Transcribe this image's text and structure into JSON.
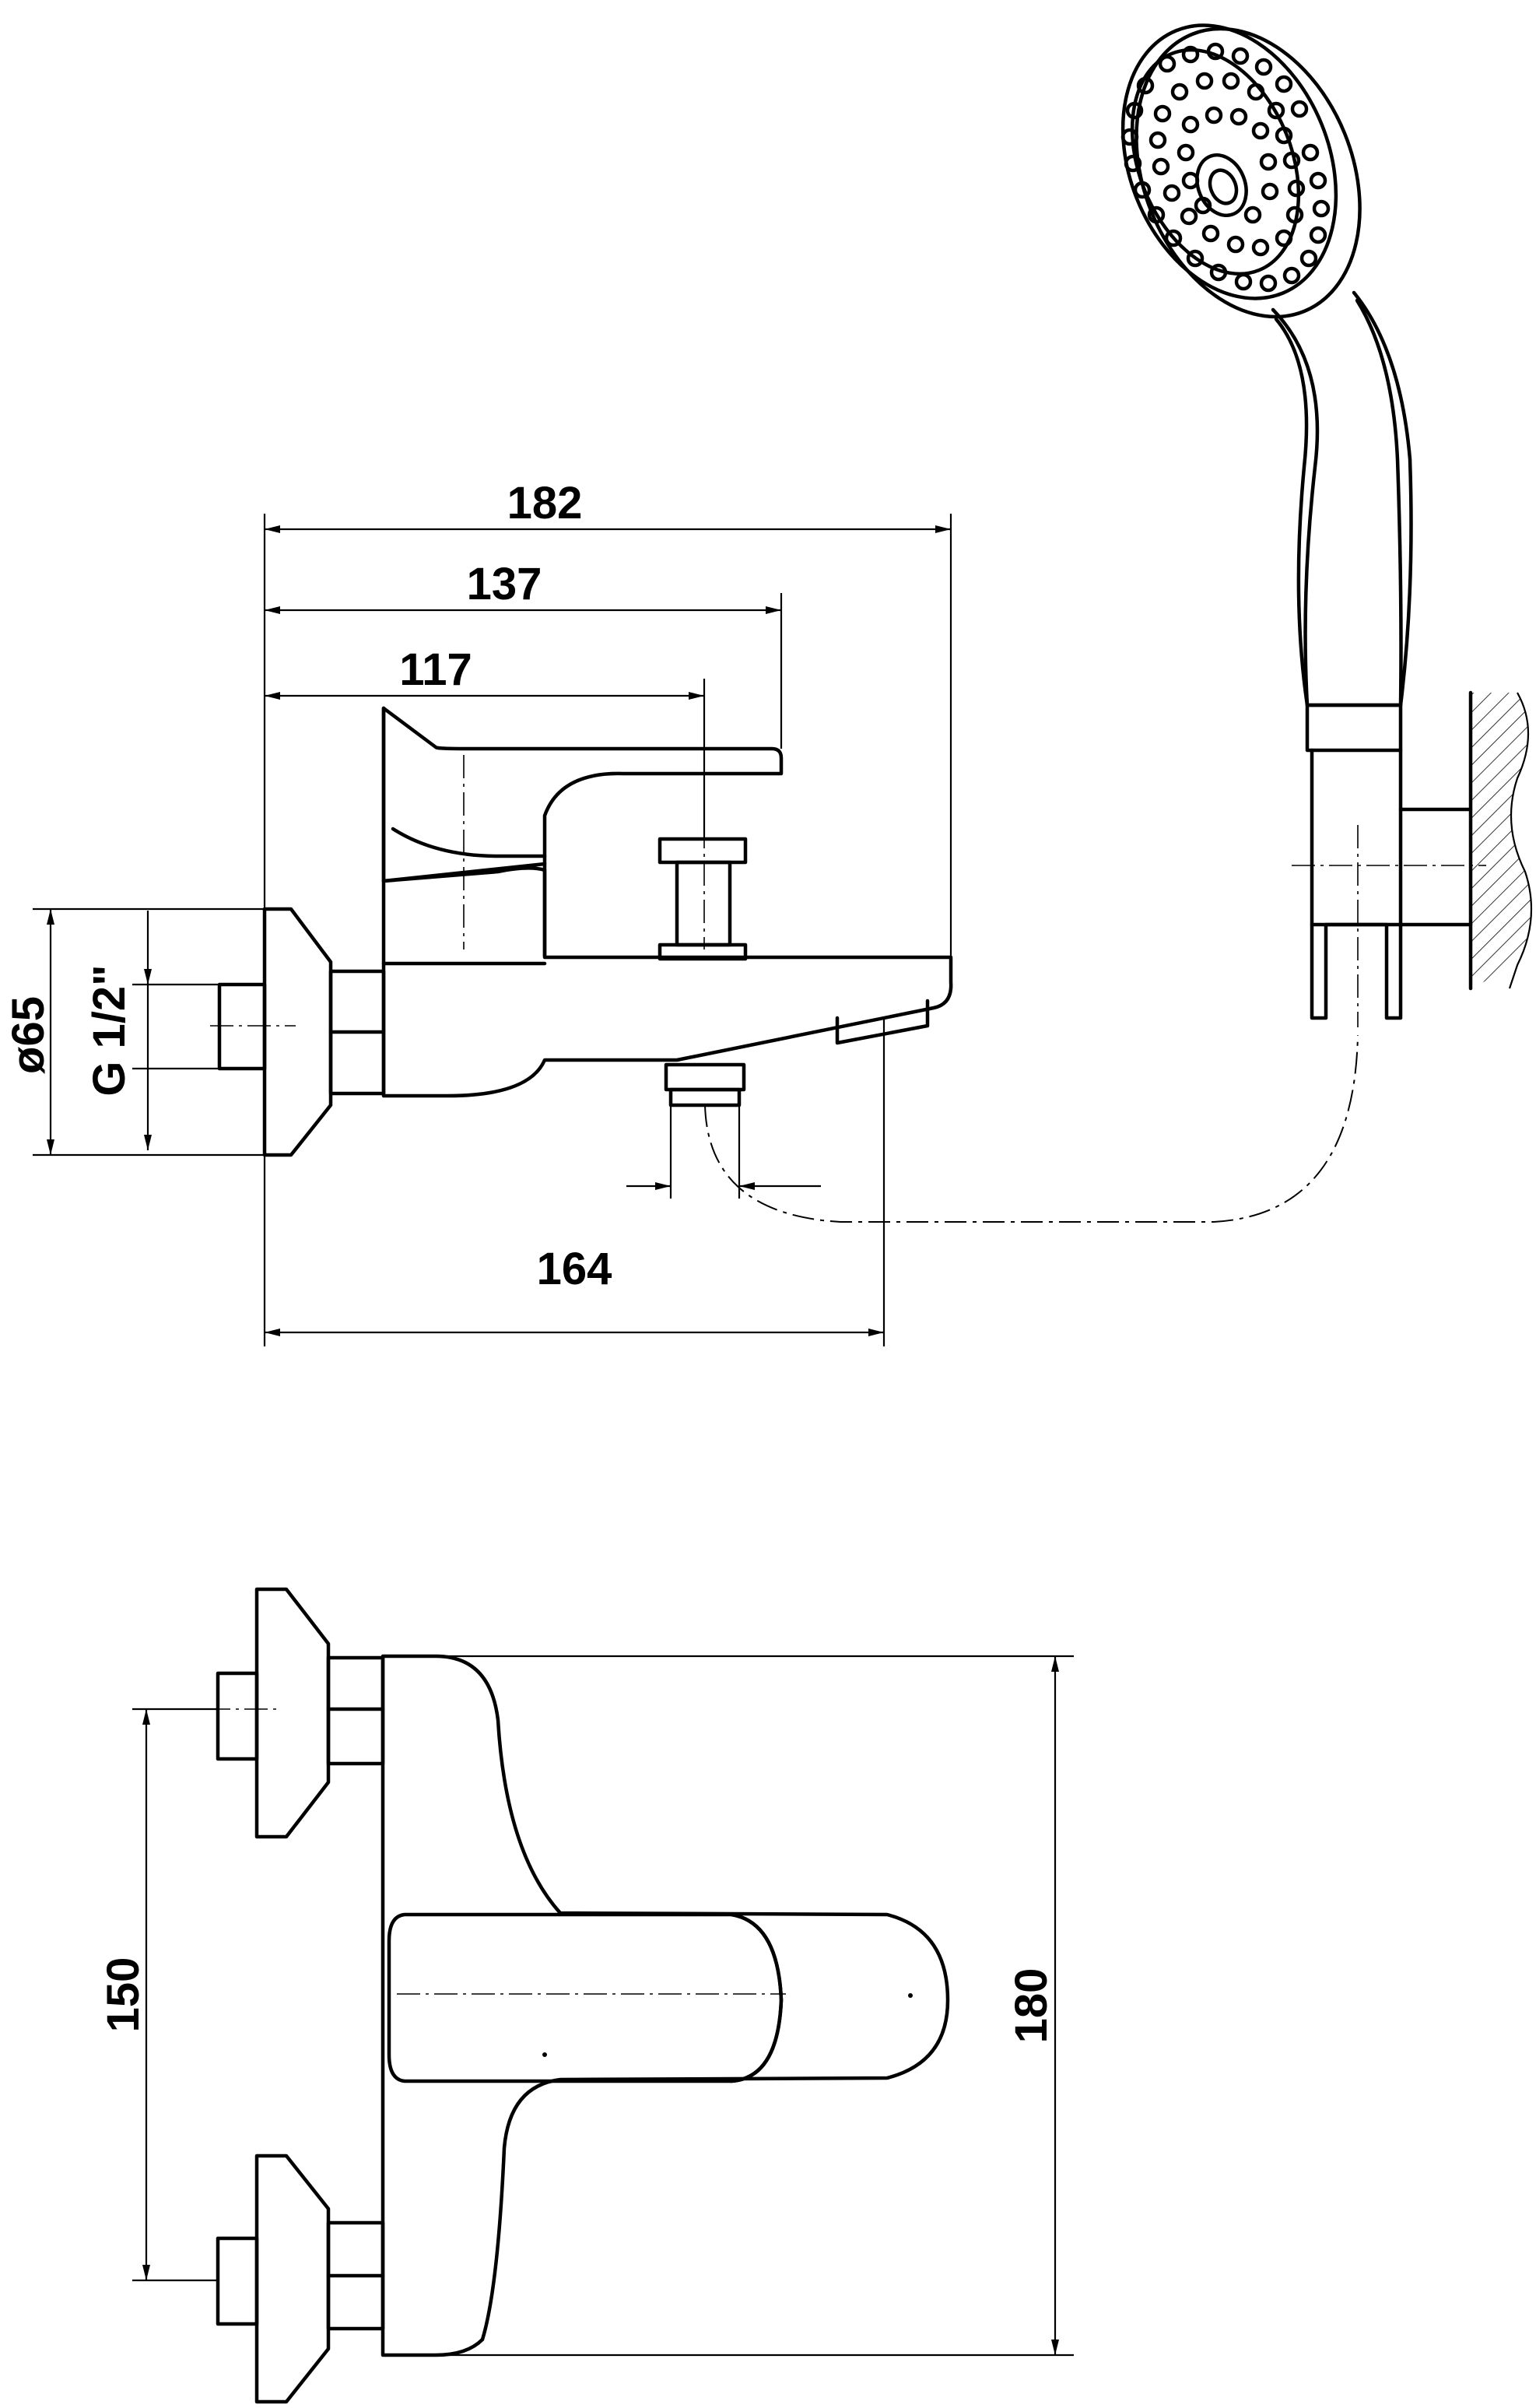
{
  "dimensions": {
    "overall_length": "182",
    "lever_length": "137",
    "diverter_position": "117",
    "spout_projection": "164",
    "flange_diameter": "ø65",
    "thread_size": "G 1/2\"",
    "inlet_spacing": "150",
    "overall_height": "180"
  },
  "colors": {
    "line": "#000000",
    "background": "#ffffff"
  }
}
